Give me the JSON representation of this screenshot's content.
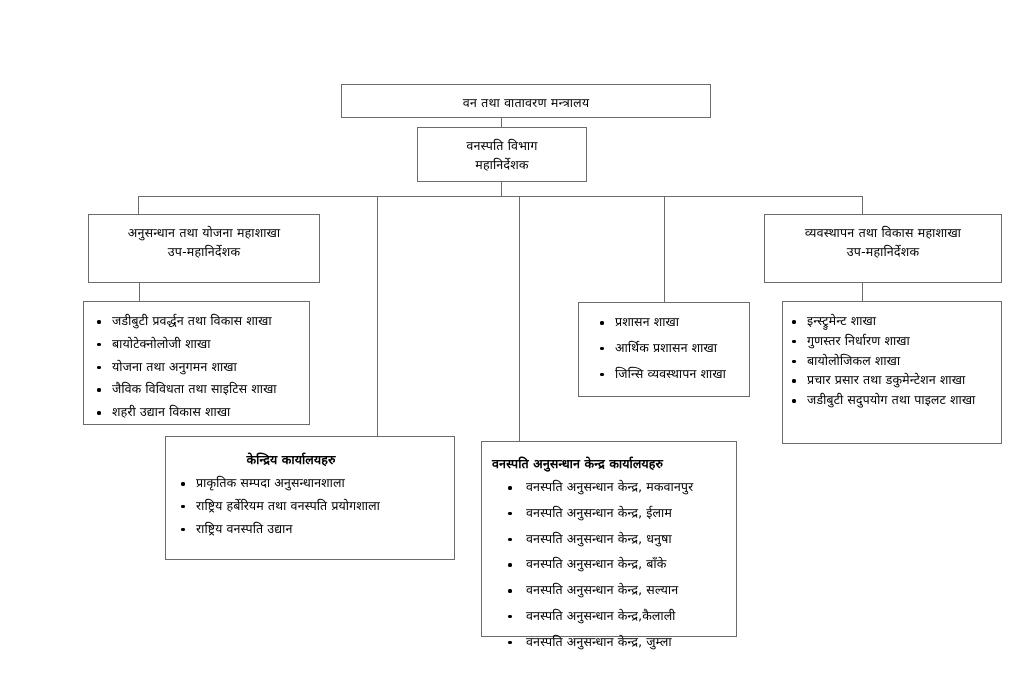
{
  "diagram": {
    "title_root": "वन तथा वातावरण मन्त्रालय",
    "department": {
      "line1": "वनस्पति विभाग",
      "line2": "महानिर्देशक"
    },
    "divisions": {
      "research": {
        "line1": "अनुसन्धान तथा योजना महाशाखा",
        "line2": "उप-महानिर्देशक"
      },
      "management": {
        "line1": "व्यवस्थापन तथा विकास महाशाखा",
        "line2": "उप-महानिर्देशक"
      }
    },
    "research_branches": [
      "जडीबुटी  प्रवर्द्धन तथा विकास शाखा",
      "बायोटेक्नोलोजी शाखा",
      "योजना  तथा अनुगमन शाखा",
      "जैविक विविधता तथा साइटिस शाखा",
      "शहरी उद्यान विकास शाखा"
    ],
    "admin_branches": [
      "प्रशासन शाखा",
      "आर्थिक प्रशासन शाखा",
      "जिन्सि व्यवस्थापन शाखा"
    ],
    "management_branches": [
      "इन्स्ट्रुमेन्ट शाखा",
      "गुणस्तर निर्धारण शाखा",
      "बायोलोजिकल शाखा",
      "प्रचार प्रसार तथा डकुमेन्टेशन शाखा",
      "जडीबुटी सदुपयोग तथा पाइलट शाखा"
    ],
    "central_offices": {
      "heading": "केन्द्रिय कार्यालयहरु",
      "items": [
        "प्राकृतिक सम्पदा अनुसन्धानशाला",
        "राष्ट्रिय हर्बेरियम तथा वनस्पति प्रयोगशाला",
        " राष्ट्रिय वनस्पति उद्यान"
      ]
    },
    "research_centres": {
      "heading": "वनस्पति अनुसन्धान केन्द्र कार्यालयहरु",
      "items": [
        "वनस्पति अनुसन्धान केन्द्र, मकवानपुर",
        "वनस्पति अनुसन्धान केन्द्र, ईलाम",
        "वनस्पति अनुसन्धान केन्द्र, धनुषा",
        "वनस्पति अनुसन्धान केन्द्र, बाँके",
        "वनस्पति अनुसन्धान केन्द्र, सल्यान",
        "वनस्पति अनुसन्धान केन्द्र,कैलाली",
        "वनस्पति अनुसन्धान केन्द्र, जुम्ला"
      ]
    },
    "colors": {
      "line": "#6b6b6b",
      "text": "#000000",
      "background": "#ffffff"
    }
  }
}
